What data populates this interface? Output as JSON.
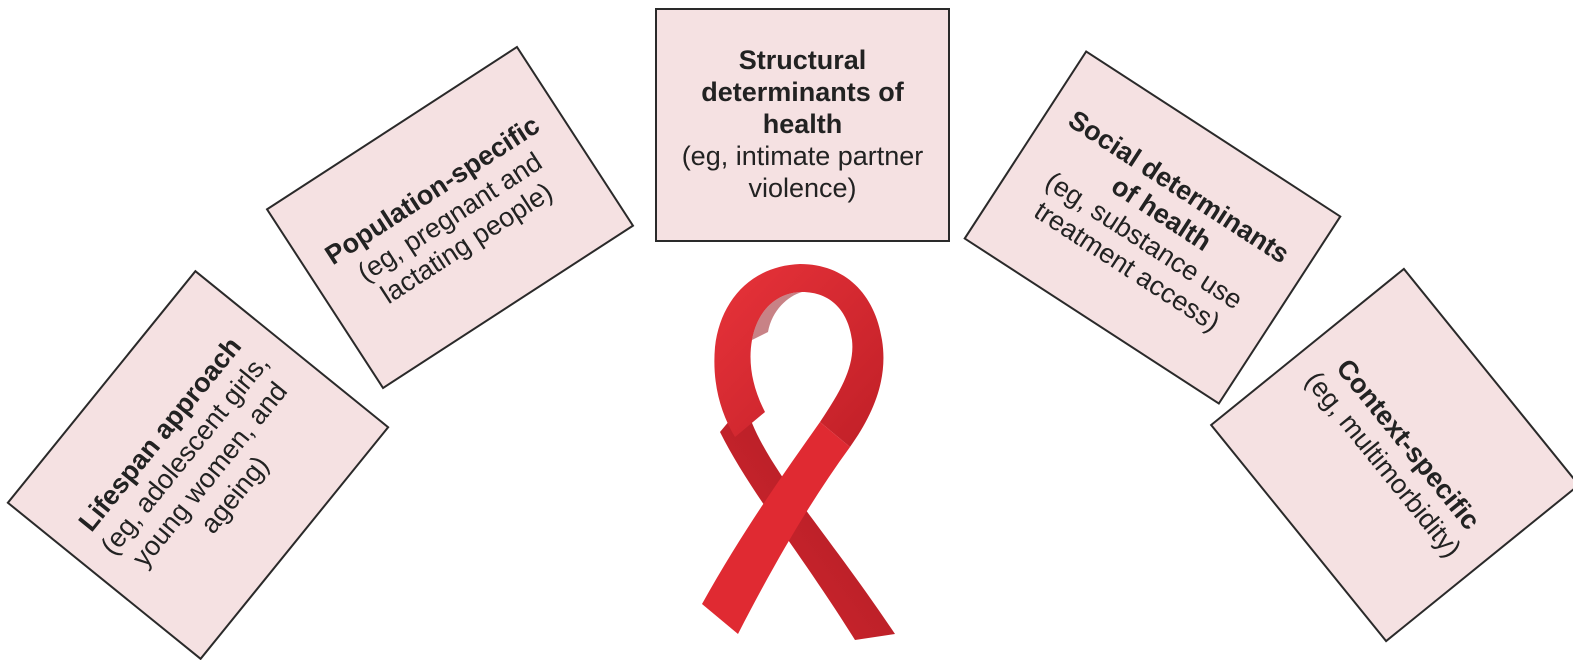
{
  "cards": {
    "structural": {
      "title": "Structural determinants of health",
      "detail": "(eg, intimate partner violence)"
    },
    "population": {
      "title": "Population-specific",
      "detail": "(eg, pregnant and lactating people)"
    },
    "lifespan": {
      "title": "Lifespan approach",
      "detail": "(eg, adolescent girls, young women, and ageing)"
    },
    "social": {
      "title": "Social determinants of health",
      "detail": "(eg, substance use treatment access)"
    },
    "context": {
      "title": "Context-specific",
      "detail": "(eg, multimorbidity)"
    }
  },
  "colors": {
    "card_fill": "#f5e1e2",
    "card_border": "#2a2a2a",
    "ribbon_red": "#d8262e",
    "ribbon_dark": "#9b1b22"
  },
  "center_icon": "red-ribbon-woman-profile-icon"
}
